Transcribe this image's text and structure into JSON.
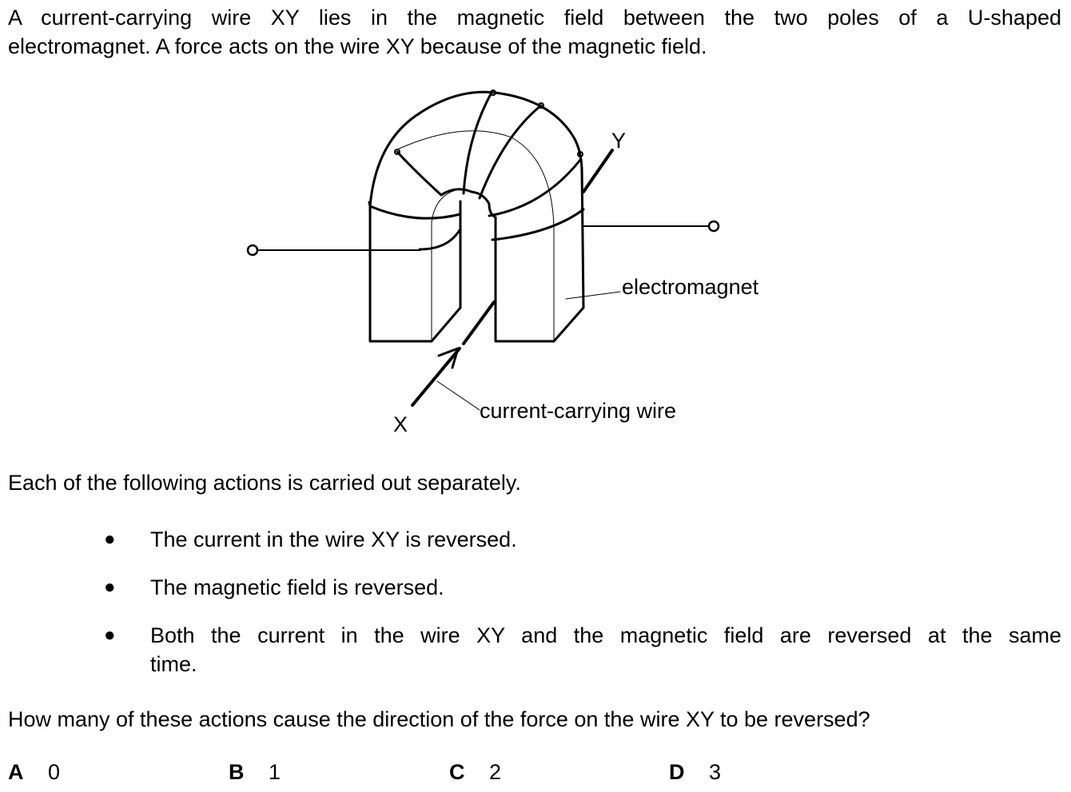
{
  "intro": {
    "line1": "A current-carrying wire XY lies in the magnetic field between the two poles of a U-shaped",
    "line2": "electromagnet. A force acts on the wire XY because of the magnetic field."
  },
  "diagram": {
    "label_y": "Y",
    "label_x": "X",
    "label_electromagnet": "electromagnet",
    "label_wire": "current-carrying wire"
  },
  "lead": "Each of the following actions is carried out separately.",
  "bullets": [
    {
      "dot": "●",
      "text": "The current in the wire XY is reversed."
    },
    {
      "dot": "●",
      "text": "The magnetic field is reversed."
    },
    {
      "dot": "●",
      "text_line1": "Both the current in the wire XY and the magnetic field are reversed at the same",
      "text_line2": "time."
    }
  ],
  "question": "How many of these actions cause the direction of the force on the wire XY to be reversed?",
  "options": [
    {
      "letter": "A",
      "value": "0"
    },
    {
      "letter": "B",
      "value": "1"
    },
    {
      "letter": "C",
      "value": "2"
    },
    {
      "letter": "D",
      "value": "3"
    }
  ]
}
